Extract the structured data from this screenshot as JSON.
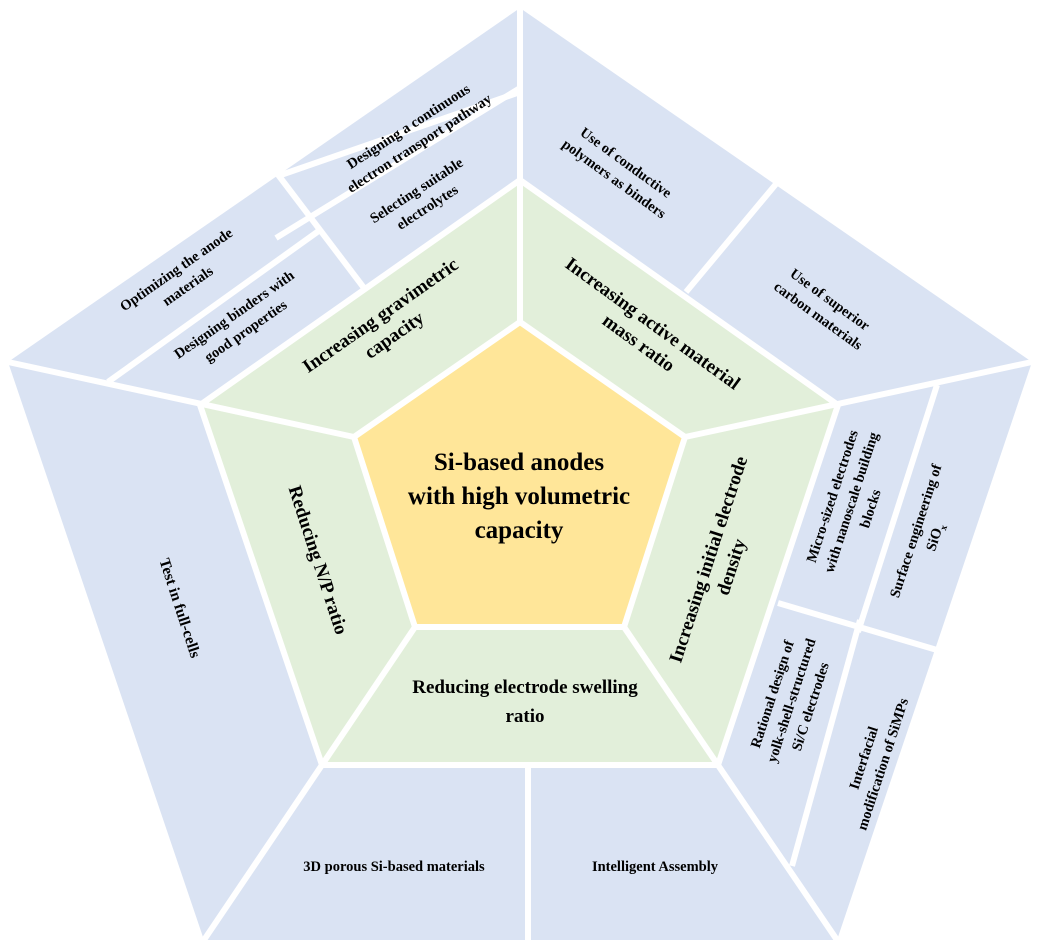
{
  "colors": {
    "outer_fill": "#dae3f3",
    "middle_fill": "#e2efda",
    "center_fill": "#ffe699",
    "divider": "#ffffff"
  },
  "center": {
    "line1": "Si-based anodes",
    "line2": "with high volumetric",
    "line3": "capacity"
  },
  "middle": {
    "gravimetric": [
      "Increasing gravimetric",
      "capacity"
    ],
    "active_mass": [
      "Increasing active material",
      "mass ratio"
    ],
    "electrode_density": [
      "Increasing initial electrode",
      "density"
    ],
    "swelling": [
      "Reducing electrode swelling",
      "ratio"
    ],
    "np_ratio": [
      "Reducing N/P ratio"
    ]
  },
  "outer": {
    "continuous_pathway": [
      "Designing a continuous",
      "electron transport pathway"
    ],
    "electrolytes": [
      "Selecting suitable",
      "electrolytes"
    ],
    "anode_materials": [
      "Optimizing the anode",
      "materials"
    ],
    "binders": [
      "Designing binders with",
      "good properties"
    ],
    "conductive_polymers": [
      "Use of conductive",
      "polymers as binders"
    ],
    "carbon_materials": [
      "Use of superior",
      "carbon materials"
    ],
    "micro_sized": [
      "Micro-sized electrodes",
      "with nanoscale building",
      "blocks"
    ],
    "surface_engineering": [
      "Surface engineering of",
      "SiO"
    ],
    "surface_engineering_sub": "x",
    "yolk_shell": [
      "Rational design of",
      "yolk-shell-structured",
      "Si/C electrodes"
    ],
    "simps": [
      "Interfacial",
      "modification of SiMPs"
    ],
    "full_cells": "Test in full-cells",
    "porous": "3D porous Si-based materials",
    "assembly": "Intelligent Assembly"
  }
}
